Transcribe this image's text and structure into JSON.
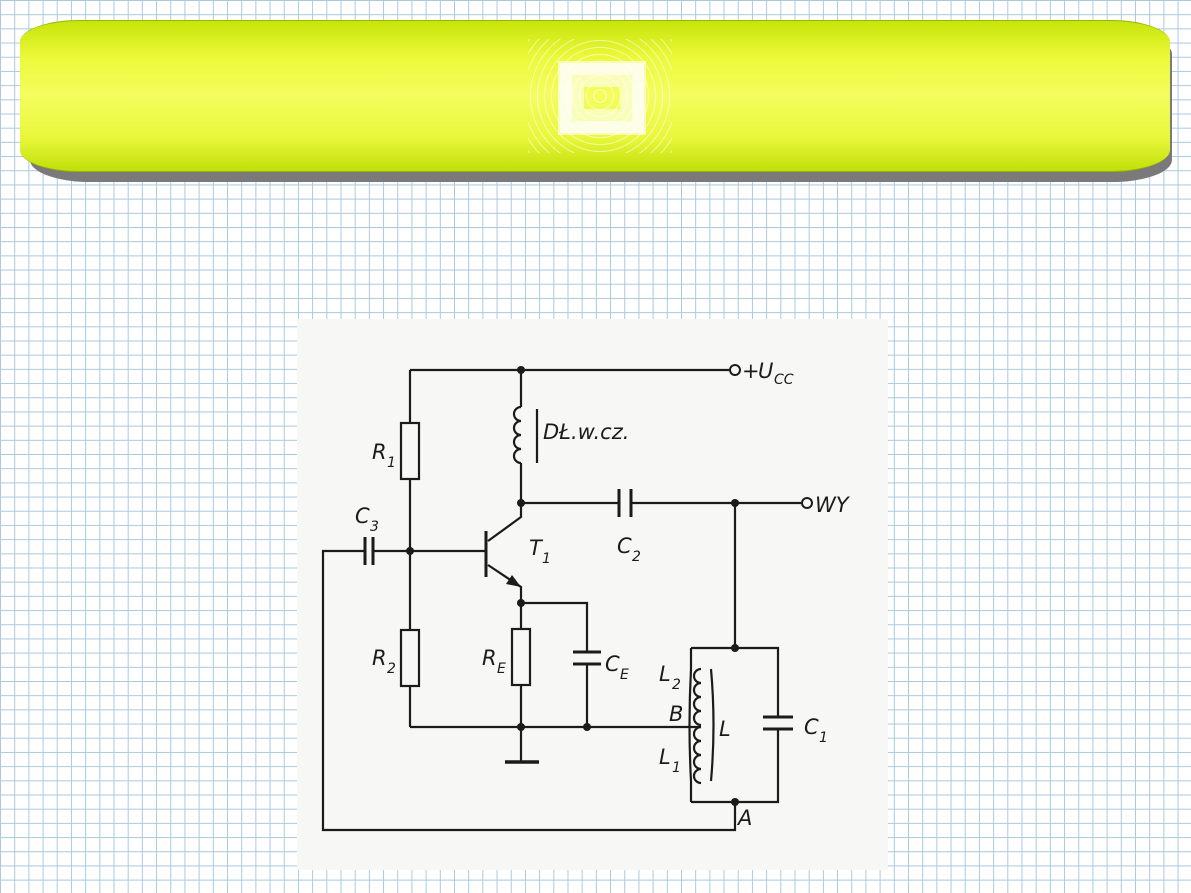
{
  "labels": {
    "ucc_sign": "+",
    "ucc_main": "U",
    "ucc_sub": "CC",
    "r1_main": "R",
    "r1_sub": "1",
    "r2_main": "R",
    "r2_sub": "2",
    "re_main": "R",
    "re_sub": "E",
    "ce_main": "C",
    "ce_sub": "E",
    "c1_main": "C",
    "c1_sub": "1",
    "c2_main": "C",
    "c2_sub": "2",
    "c3_main": "C",
    "c3_sub": "3",
    "t1_main": "T",
    "t1_sub": "1",
    "choke": "DŁ.w.cz.",
    "wy": "WY",
    "l1_main": "L",
    "l1_sub": "1",
    "l2_main": "L",
    "l2_sub": "2",
    "l": "L",
    "b": "B",
    "a": "A"
  },
  "colors": {
    "banner": "#ecf93b",
    "grid": "#a9c9de",
    "ink": "#1b1b1b"
  }
}
